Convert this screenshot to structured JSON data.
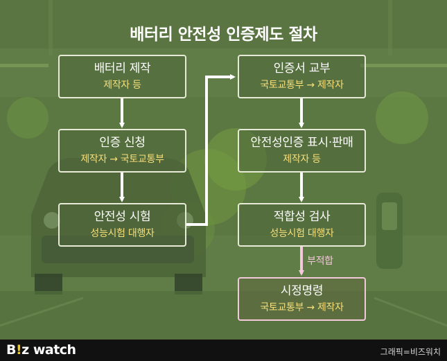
{
  "title": "배터리 안전성 인증제도 절차",
  "steps": [
    {
      "main": "배터리 제작",
      "sub": "제작자 등"
    },
    {
      "main": "인증 신청",
      "sub": "제작자 → 국토교통부"
    },
    {
      "main": "안전성 시험",
      "sub": "성능시험 대행자"
    },
    {
      "main": "인증서 교부",
      "sub": "국토교통부 → 제작자"
    },
    {
      "main": "안전성인증 표시·판매",
      "sub": "제작자 등"
    },
    {
      "main": "적합성 검사",
      "sub": "성능시험 대행자"
    },
    {
      "main": "시정명령",
      "sub": "국토교통부 → 제작자"
    }
  ],
  "edge_label": "부적합",
  "footer": {
    "logo": "B!z watch",
    "credit": "그래픽=비즈워치"
  },
  "colors": {
    "background": "#5e7a45",
    "box_border": "#e6ead6",
    "sub_text": "#f7df7a",
    "pink": "#f3c9dc",
    "footer_bg": "#111111"
  }
}
